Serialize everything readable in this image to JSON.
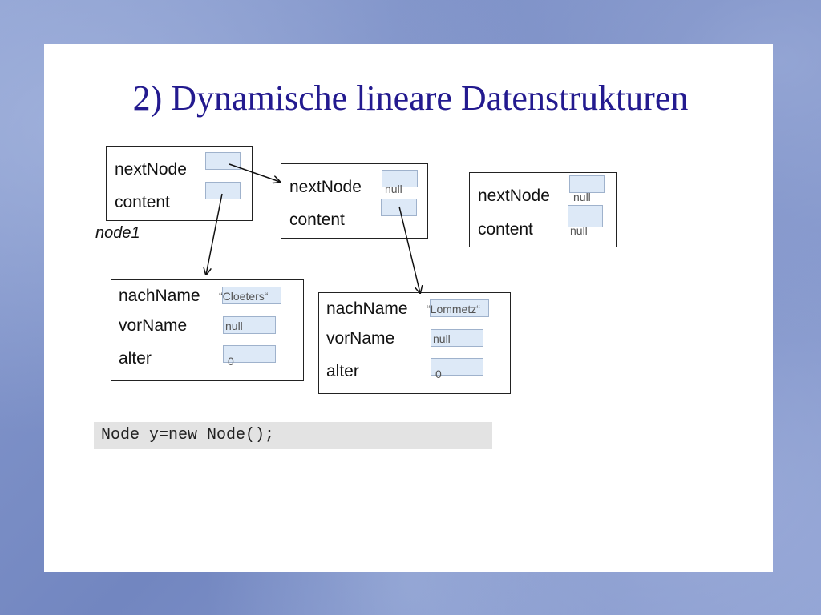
{
  "slide": {
    "title": "2) Dynamische lineare Datenstrukturen",
    "code": "Node y=new Node();",
    "node_label": "node1",
    "nodes": [
      {
        "next_label": "nextNode",
        "content_label": "content",
        "next_value": "",
        "content_value": ""
      },
      {
        "next_label": "nextNode",
        "content_label": "content",
        "next_value": "null",
        "content_value": ""
      },
      {
        "next_label": "nextNode",
        "content_label": "content",
        "next_value": "null",
        "content_value": "null"
      }
    ],
    "persons": [
      {
        "nach_label": "nachName",
        "vor_label": "vorName",
        "alter_label": "alter",
        "nach_value": "“Cloeters“",
        "vor_value": "null",
        "alter_value": "0"
      },
      {
        "nach_label": "nachName",
        "vor_label": "vorName",
        "alter_label": "alter",
        "nach_value": "“Lommetz“",
        "vor_value": "null",
        "alter_value": "0"
      }
    ]
  },
  "colors": {
    "title": "#231a8f",
    "slot": "#dde9f7",
    "background": "#7f93c6",
    "code_bg": "#e3e3e3"
  }
}
